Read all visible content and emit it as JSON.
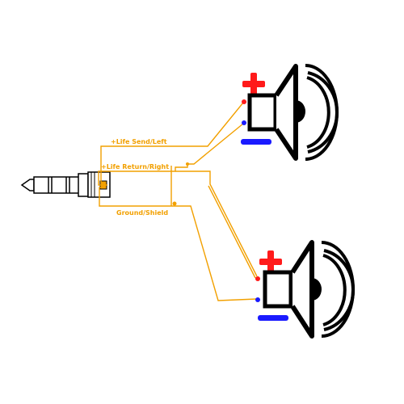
{
  "labels": {
    "life_send": "+Life Send/Left",
    "life_return": "+Life Return/Right",
    "ground": "Ground/Shield"
  },
  "colors": {
    "wire": "#f2a000",
    "plus": "#ff1a1a",
    "minus": "#1a1aff",
    "outline": "#000000"
  },
  "icons": [
    "trs-plug-icon",
    "speaker-icon",
    "plus-sign-icon",
    "minus-sign-icon"
  ]
}
